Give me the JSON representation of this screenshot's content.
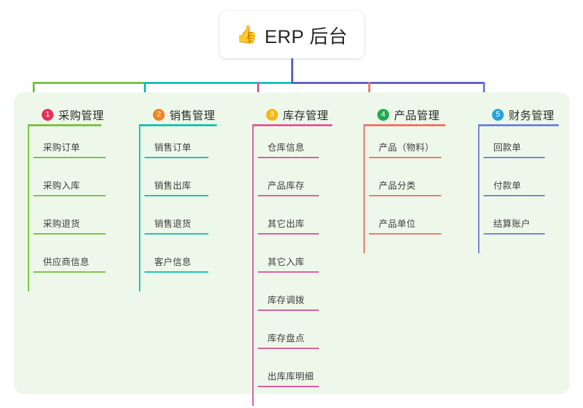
{
  "root": {
    "icon": "thumbs-up-icon",
    "emoji": "👍",
    "title": "ERP 后台"
  },
  "palette": {
    "page_background": "#ffffff",
    "panel_background": "#eef8ea",
    "trunk": "#5b61c8",
    "col1": "#7ac143",
    "col2": "#17c3b2",
    "col3": "#e05a9b",
    "col4": "#f0736a",
    "col5": "#6f83d6"
  },
  "columns": [
    {
      "index": "1",
      "badge_color": "#e8305a",
      "line_color": "#7ac143",
      "title": "采购管理",
      "items": [
        "采购订单",
        "采购入库",
        "采购退货",
        "供应商信息"
      ]
    },
    {
      "index": "2",
      "badge_color": "#f5821f",
      "line_color": "#17c3b2",
      "title": "销售管理",
      "items": [
        "销售订单",
        "销售出库",
        "销售退货",
        "客户信息"
      ]
    },
    {
      "index": "3",
      "badge_color": "#f5b618",
      "line_color": "#e05a9b",
      "title": "库存管理",
      "items": [
        "仓库信息",
        "产品库存",
        "其它出库",
        "其它入库",
        "库存调拨",
        "库存盘点",
        "出库库明细"
      ]
    },
    {
      "index": "4",
      "badge_color": "#22a94f",
      "line_color": "#f0736a",
      "title": "产品管理",
      "items": [
        "产品（物料）",
        "产品分类",
        "产品单位"
      ]
    },
    {
      "index": "5",
      "badge_color": "#29a3dc",
      "line_color": "#6f83d6",
      "title": "财务管理",
      "items": [
        "回款单",
        "付款单",
        "结算账户"
      ]
    }
  ]
}
